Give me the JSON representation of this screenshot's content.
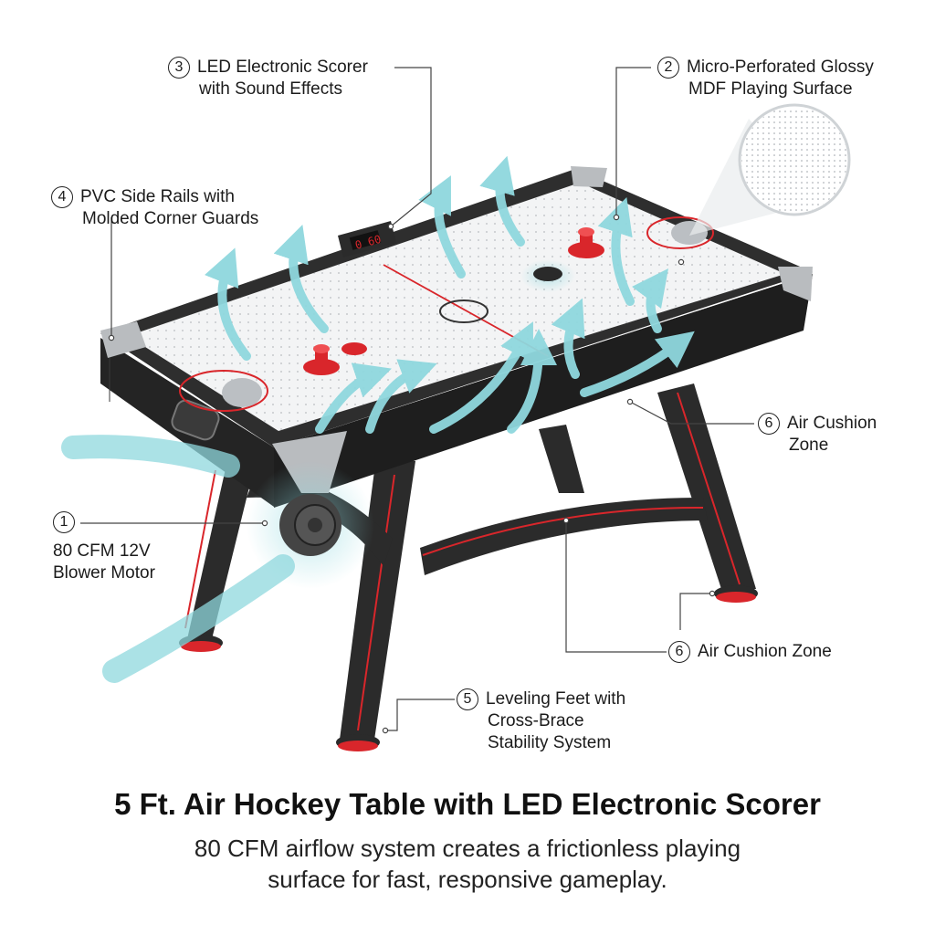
{
  "callouts": [
    {
      "num": "1",
      "line1": "80 CFM 12V",
      "line2": "Blower Motor"
    },
    {
      "num": "2",
      "line1": "Micro-Perforated Glossy",
      "line2": "MDF Playing Surface"
    },
    {
      "num": "3",
      "line1": "LED Electronic Scorer",
      "line2": "with Sound Effects"
    },
    {
      "num": "4",
      "line1": "PVC Side Rails with",
      "line2": "Molded Corner Guards"
    },
    {
      "num": "5",
      "line1": "Leveling Feet with",
      "line2": "Cross-Brace",
      "line3": "Stability System"
    },
    {
      "num": "6",
      "line1": "Air Cushion",
      "line2": "Zone"
    },
    {
      "num": "6",
      "line1": "Air Cushion Zone"
    }
  ],
  "scorer": {
    "display": "0 60"
  },
  "footer": {
    "title": "5 Ft. Air Hockey Table with LED Electronic Scorer",
    "subtitle_line1": "80 CFM airflow system creates a frictionless playing",
    "subtitle_line2": "surface for fast, responsive gameplay."
  },
  "colors": {
    "frame": "#2b2b2b",
    "accent_red": "#d9262b",
    "air_flow": "#8fd8de",
    "surface": "#f3f4f5",
    "corner_guard": "#b9bcbf"
  }
}
